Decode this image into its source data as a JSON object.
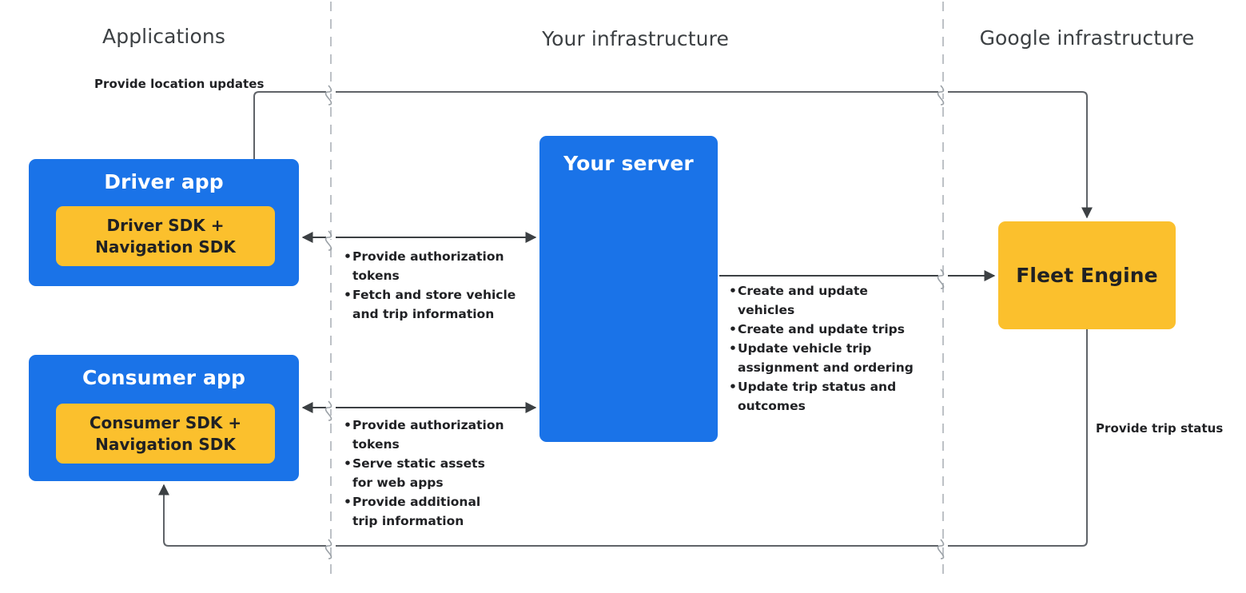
{
  "zones": [
    {
      "id": "applications",
      "label": "Applications"
    },
    {
      "id": "your-infrastructure",
      "label": "Your infrastructure"
    },
    {
      "id": "google-infrastructure",
      "label": "Google infrastructure"
    }
  ],
  "nodes": {
    "driver_app": {
      "title": "Driver app",
      "sdk": "Driver SDK +\nNavigation SDK"
    },
    "consumer_app": {
      "title": "Consumer app",
      "sdk": "Consumer SDK +\nNavigation SDK"
    },
    "your_server": {
      "title": "Your server"
    },
    "fleet_engine": {
      "title": "Fleet Engine"
    }
  },
  "edges": {
    "location_updates": {
      "label": "Provide location updates"
    },
    "trip_status": {
      "label": "Provide trip status"
    },
    "driver_to_server": {
      "bullets": [
        "Provide authorization tokens",
        "Fetch and store vehicle and trip information"
      ]
    },
    "consumer_to_server": {
      "bullets": [
        "Provide authorization tokens",
        "Serve static assets for web apps",
        "Provide additional trip information"
      ]
    },
    "server_to_fleet": {
      "bullets": [
        "Create and update vehicles",
        "Create and update trips",
        "Update vehicle trip assignment and ordering",
        "Update trip status and outcomes"
      ]
    }
  },
  "colors": {
    "app_blue": "#1a73e8",
    "sdk_yellow": "#fbc02d",
    "engine_yellow": "#fbc02d",
    "line": "#5f6368",
    "text_dark": "#202124",
    "zone_title": "#3c4043",
    "divider": "#bdc1c6"
  }
}
